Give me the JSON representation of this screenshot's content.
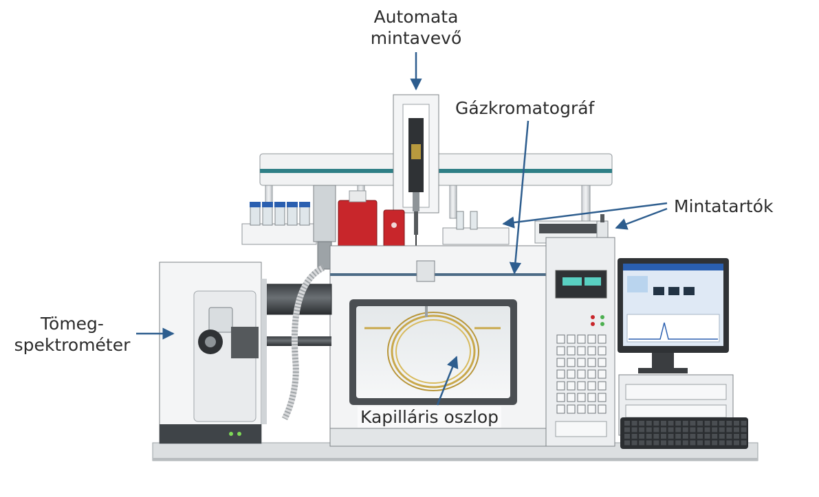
{
  "labels": {
    "autosampler": [
      "Automata",
      "mintavevő"
    ],
    "gc": "Gázkromatográf",
    "sample_holders": "Mintatartók",
    "ms": [
      "Tömeg-",
      "spektrométer"
    ],
    "column": "Kapilláris oszlop"
  },
  "colors": {
    "arrow": "#2d5d8e",
    "teal_stripe": "#2e7f86",
    "red_unit": "#c8262b",
    "column_coil": "#c9a84a",
    "screen_blue": "#2a5fb0"
  }
}
